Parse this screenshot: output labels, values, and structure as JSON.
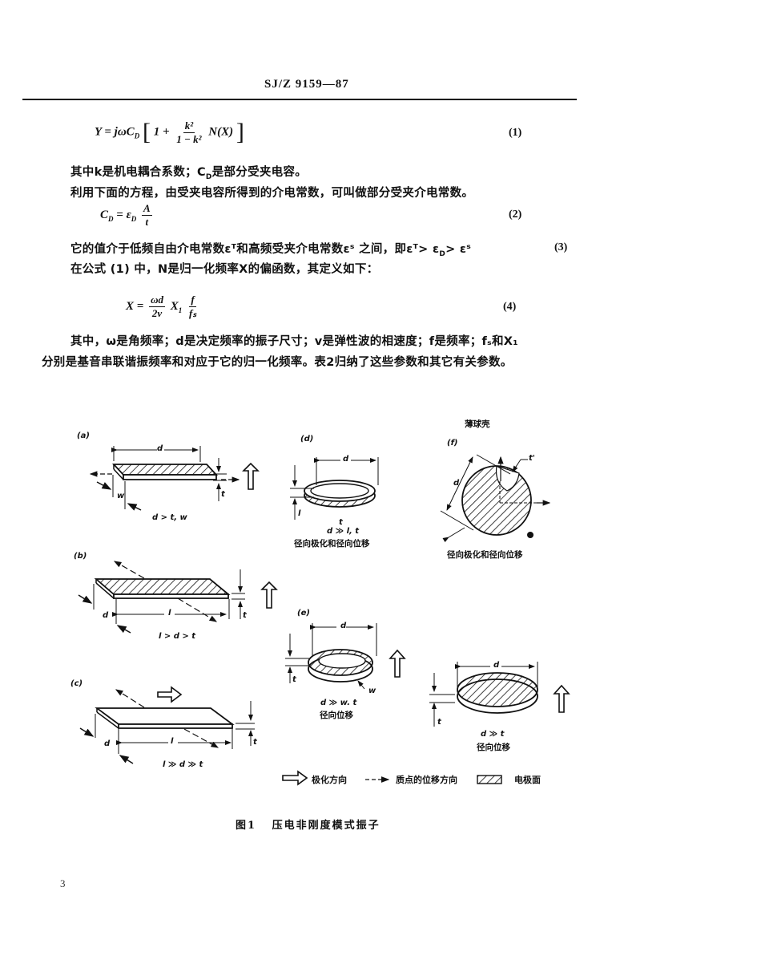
{
  "header": {
    "standard_code": "SJ/Z 9159—87"
  },
  "equations": [
    {
      "id": "eq1",
      "lhs": "Y = jωC",
      "sub": "D",
      "bracket_open": "[",
      "one_plus": "1 +",
      "frac_num": "k²",
      "frac_den": "1 − k²",
      "tail": "N(X)",
      "bracket_close": "]",
      "number": "(1)"
    },
    {
      "id": "eq2",
      "lhs": "C",
      "sub": "D",
      "eq_mid": " = ε",
      "eq_sub": "D",
      "frac_num": "A",
      "frac_den": "t",
      "number": "(2)"
    },
    {
      "id": "eq3",
      "number": "(3)"
    },
    {
      "id": "eq4",
      "lhs": "X = ",
      "frac1_num": "ωd",
      "frac1_den": "2v",
      "mid": "X",
      "mid_sub": "1",
      "frac2_num": "f",
      "frac2_den": "fₛ",
      "number": "(4)"
    }
  ],
  "paragraphs": {
    "p1": "其中k是机电耦合系数；C",
    "p1_sub": "D",
    "p1_end": "是部分受夹电容。",
    "p2": "利用下面的方程，由受夹电容所得到的介电常数，可叫做部分受夹介电常数。",
    "p3": "它的值介于低频自由介电常数εᵀ和高频受夹介电常数εˢ 之间，即εᵀ> ε",
    "p3_sub": "D",
    "p3_end": "> εˢ",
    "p4": "在公式 (1) 中，N是归一化频率X的偏函数，其定义如下：",
    "p5": "其中，ω是角频率；d是决定频率的振子尺寸；v是弹性波的相速度；f是频率；fₛ和X₁",
    "p6": "分别是基音串联谐振频率和对应于它的归一化频率。表2归纳了这些参数和其它有关参数。"
  },
  "figure": {
    "panels": {
      "a": {
        "label": "(a)",
        "dim_d": "d",
        "dim_w": "w",
        "dim_t": "t",
        "condition": "d > t, w"
      },
      "b": {
        "label": "(b)",
        "dim_d": "d",
        "dim_l": "l",
        "dim_t": "t",
        "condition": "l > d > t"
      },
      "c": {
        "label": "(c)",
        "dim_d": "d",
        "dim_l": "l",
        "dim_t": "t",
        "condition": "l ≫ d ≫ t"
      },
      "d": {
        "label": "(d)",
        "dim_d": "d",
        "dim_l": "l",
        "dim_t": "t",
        "condition": "d ≫ l, t",
        "caption": "径向极化和径向位移"
      },
      "e": {
        "label": "(e)",
        "dim_d": "d",
        "dim_w": "w",
        "dim_t": "t",
        "condition": "d ≫ w. t",
        "caption": "径向位移"
      },
      "f": {
        "label": "(f)",
        "title": "薄球壳",
        "dim_d": "d",
        "dim_t": "t'",
        "caption": "径向极化和径向位移"
      },
      "g": {
        "dim_d": "d",
        "dim_t": "t",
        "condition": "d ≫ t",
        "caption": "径向位移"
      }
    },
    "legend": {
      "polarization": "极化方向",
      "displacement": "质点的位移方向",
      "electrode": "电极面"
    },
    "caption_num": "图1",
    "caption_text": "压电非刚度模式振子"
  },
  "footer": {
    "page_number": "3"
  },
  "colors": {
    "ink": "#111111",
    "paper": "#ffffff"
  }
}
